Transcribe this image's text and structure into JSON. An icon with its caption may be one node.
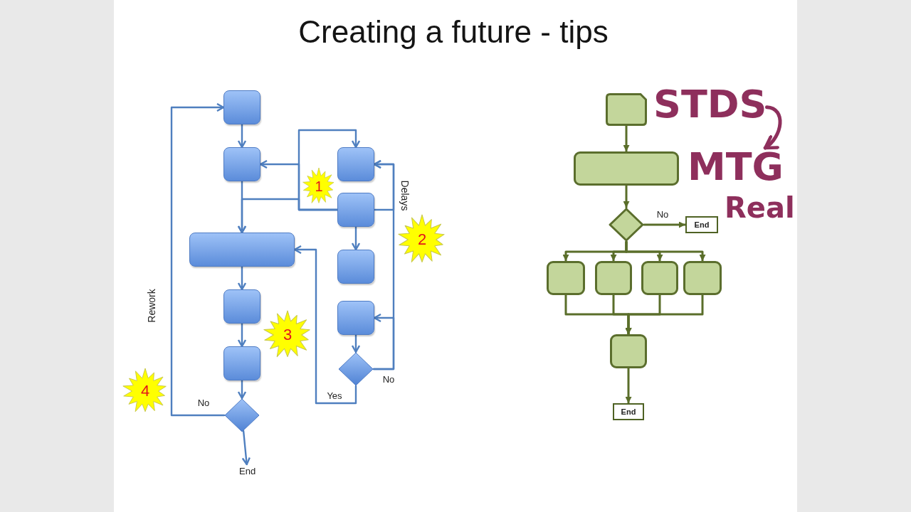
{
  "diagram": {
    "title": "Creating a future - tips",
    "nodes": [
      {
        "text": [],
        "shape": "box"
      },
      {
        "text": [],
        "shape": "box"
      },
      {
        "text": [],
        "shape": "box"
      },
      {
        "text": [
          "1"
        ]
      },
      {
        "text": [],
        "shape": "box"
      },
      {
        "text": [],
        "shape": "box"
      },
      {
        "text": [
          "2"
        ]
      },
      {
        "text": [],
        "shape": "box"
      },
      {
        "text": [],
        "shape": "box"
      },
      {
        "text": [
          "3"
        ]
      },
      {
        "text": [],
        "shape": "box"
      },
      {
        "text": [],
        "shape": "box"
      },
      {
        "text": [],
        "shape": "diamond"
      },
      {
        "text": [
          "4"
        ]
      },
      {
        "text": [],
        "shape": "diamond"
      },
      {
        "text": [
          "End"
        ]
      },
      {
        "text": [],
        "shape": "card"
      },
      {
        "text": [
          "STDS"
        ]
      },
      {
        "text": [],
        "shape": "box"
      },
      {
        "text": [
          "MTG"
        ]
      },
      {
        "text": [],
        "shape": "diamond"
      },
      {
        "text": [
          "End"
        ]
      },
      {
        "text": [],
        "shape": "box"
      },
      {
        "text": [],
        "shape": "box"
      },
      {
        "text": [],
        "shape": "box"
      },
      {
        "text": [],
        "shape": "box"
      },
      {
        "text": [],
        "shape": "box"
      },
      {
        "text": [
          "End"
        ]
      }
    ],
    "edges": [
      {
        "from": 0,
        "to": 1,
        "arrow": "to"
      },
      {
        "from": 4,
        "to": 1,
        "arrow": "to"
      },
      {
        "from": 4,
        "to": 2,
        "arrow": "to"
      },
      {
        "from": 4,
        "to": 5,
        "arrow": "to"
      },
      {
        "from": 1,
        "to": 5,
        "arrow": "to"
      },
      {
        "from": 4,
        "to": 2,
        "arrow": "to"
      },
      {
        "from": 4,
        "to": 7,
        "arrow": "to"
      },
      {
        "from": 12,
        "to": 10,
        "arrow": "to",
        "label": "No"
      },
      {
        "from": 12,
        "to": 2,
        "arrow": "to"
      },
      {
        "from": 10,
        "to": 12,
        "arrow": "to"
      },
      {
        "from": 12,
        "to": 5,
        "arrow": "to",
        "label": "Yes"
      },
      {
        "from": 5,
        "to": 8,
        "arrow": "to"
      },
      {
        "from": 8,
        "to": 11,
        "arrow": "to"
      },
      {
        "from": 11,
        "to": 14,
        "arrow": "to"
      },
      {
        "from": 14,
        "to": 0,
        "arrow": "to",
        "label": "No"
      },
      {
        "from": 14,
        "to": 15,
        "arrow": "to"
      },
      {
        "from": 16,
        "to": 18,
        "arrow": "to",
        "color": "#5a6e2a"
      },
      {
        "from": 18,
        "to": 20,
        "arrow": "to",
        "color": "#5a6e2a"
      },
      {
        "from": 20,
        "to": 21,
        "arrow": "to",
        "label": "No",
        "color": "#5a6e2a"
      },
      {
        "from": 20,
        "to": 22,
        "arrow": "to",
        "color": "#5a6e2a"
      },
      {
        "from": 20,
        "to": 23,
        "arrow": "to",
        "color": "#5a6e2a"
      },
      {
        "from": 20,
        "to": 24,
        "arrow": "to",
        "color": "#5a6e2a"
      },
      {
        "from": 20,
        "to": 25,
        "arrow": "to",
        "color": "#5a6e2a"
      },
      {
        "from": 22,
        "to": 26,
        "arrow": "to",
        "color": "#5a6e2a"
      },
      {
        "from": 23,
        "to": 26,
        "arrow": "to",
        "color": "#5a6e2a"
      },
      {
        "from": 24,
        "to": 26,
        "arrow": "to",
        "color": "#5a6e2a"
      },
      {
        "from": 25,
        "to": 26,
        "arrow": "to",
        "color": "#5a6e2a"
      },
      {
        "from": 26,
        "to": 27,
        "arrow": "to",
        "color": "#5a6e2a"
      },
      {
        "from": 17,
        "to": 19,
        "arrow": "to",
        "style": "thick",
        "color": "#8e2f5c"
      }
    ],
    "labels": [
      "Delays",
      "Real",
      "Rework"
    ]
  }
}
